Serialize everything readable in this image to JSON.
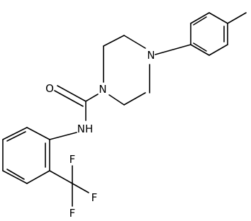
{
  "molecule": {
    "atom_labels": {
      "oxygen": "O",
      "nitrogen_piperazine_top": "N",
      "nitrogen_piperazine_bottom": "N",
      "nitrogen_amide": "NH",
      "fluorine_1": "F",
      "fluorine_2": "F",
      "fluorine_3": "F"
    }
  }
}
